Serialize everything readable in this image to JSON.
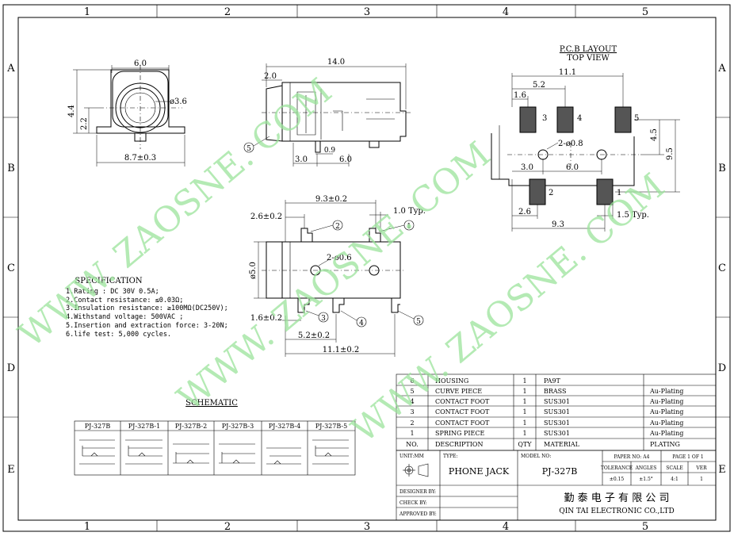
{
  "frame": {
    "columns": [
      "1",
      "2",
      "3",
      "4",
      "5"
    ],
    "rows": [
      "A",
      "B",
      "C",
      "D",
      "E"
    ]
  },
  "watermarks": [
    "WWW. ZAOSNE. COM",
    "WWW. ZAOSNE. COM",
    "WWW. ZAOSNE. COM"
  ],
  "front_view": {
    "width": "6.0",
    "height": "4.4",
    "offset": "2.2",
    "hole": "ø3.6",
    "base": "8.7±0.3"
  },
  "side_view": {
    "length": "14.0",
    "step": "2.0",
    "gap": "0.9",
    "d1": "3.0",
    "d2": "6.0",
    "callout": "5"
  },
  "pcb_layout": {
    "title": "P.C.B LAYOUT",
    "subtitle": "TOP VIEW",
    "dims": {
      "total": "11.1",
      "d52": "5.2",
      "d16": "1.6",
      "hole": "2-ø0.8",
      "d30": "3.0",
      "d60": "6.0",
      "d45": "4.5",
      "d95": "9.5",
      "d26": "2.6",
      "d93": "9.3",
      "typ": "1.5 Typ."
    },
    "pads": [
      "3",
      "4",
      "5",
      "2",
      "1"
    ]
  },
  "bottom_view": {
    "d93": "9.3±0.2",
    "d26": "2.6±0.2",
    "typ": "1.0 Typ.",
    "hole": "2-ø0.6",
    "dia": "ø5.0",
    "d16": "1.6±0.2",
    "d52": "5.2±0.2",
    "d111": "11.1±0.2",
    "callouts": [
      "1",
      "2",
      "3",
      "4",
      "5"
    ]
  },
  "specification": {
    "title": "SPECIFICATION",
    "lines": [
      "1.Rating : DC 30V 0.5A;",
      "2.Contact resistance: ≤0.03Ω;",
      "3.Insulation resistance: ≥100MΩ(DC250V);",
      "4.Withstand voltage: 500VAC ;",
      "5.Insertion and extraction force: 3-20N;",
      "6.life test: 5,000 cycles."
    ]
  },
  "schematic": {
    "title": "SCHEMATIC",
    "models": [
      "PJ-327B",
      "PJ-327B-1",
      "PJ-327B-2",
      "PJ-327B-3",
      "PJ-327B-4",
      "PJ-327B-5"
    ]
  },
  "bom": {
    "rows": [
      {
        "no": "6",
        "desc": "HOUSING",
        "qty": "1",
        "material": "PA9T",
        "plating": ""
      },
      {
        "no": "5",
        "desc": "CURVE PIECE",
        "qty": "1",
        "material": "BRASS",
        "plating": "Au-Plating"
      },
      {
        "no": "4",
        "desc": "CONTACT FOOT",
        "qty": "1",
        "material": "SUS301",
        "plating": "Au-Plating"
      },
      {
        "no": "3",
        "desc": "CONTACT FOOT",
        "qty": "1",
        "material": "SUS301",
        "plating": "Au-Plating"
      },
      {
        "no": "2",
        "desc": "CONTACT FOOT",
        "qty": "1",
        "material": "SUS301",
        "plating": "Au-Plating"
      },
      {
        "no": "1",
        "desc": "SPRING PIECE",
        "qty": "1",
        "material": "SUS301",
        "plating": "Au-Plating"
      }
    ],
    "header": {
      "no": "NO.",
      "desc": "DESCRIPTION",
      "qty": "QTY",
      "material": "MATERIAL",
      "plating": "PLATING"
    }
  },
  "title_block": {
    "unit_label": "UNIT:MM",
    "type_label": "TYPE:",
    "type_value": "PHONE JACK",
    "model_label": "MODEL NO:",
    "model_value": "PJ-327B",
    "paper_label": "PAPER NO: A4",
    "page_label": "PAGE 1 OF 1",
    "tolerance_label": "TOLERANCE",
    "angles_label": "ANGLES",
    "scale_label": "SCALE",
    "ver_label": "VER",
    "tolerance_value": "±0.15",
    "angles_value": "±1.5°",
    "scale_value": "4:1",
    "ver_value": "1",
    "designer_label": "DESIGNER BY:",
    "check_label": "CHECK   BY:",
    "approved_label": "APPROVED BY:",
    "company_cn": "勤 泰 电 子 有 限 公 司",
    "company_en": "QIN TAI ELECTRONIC CO.,LTD"
  }
}
